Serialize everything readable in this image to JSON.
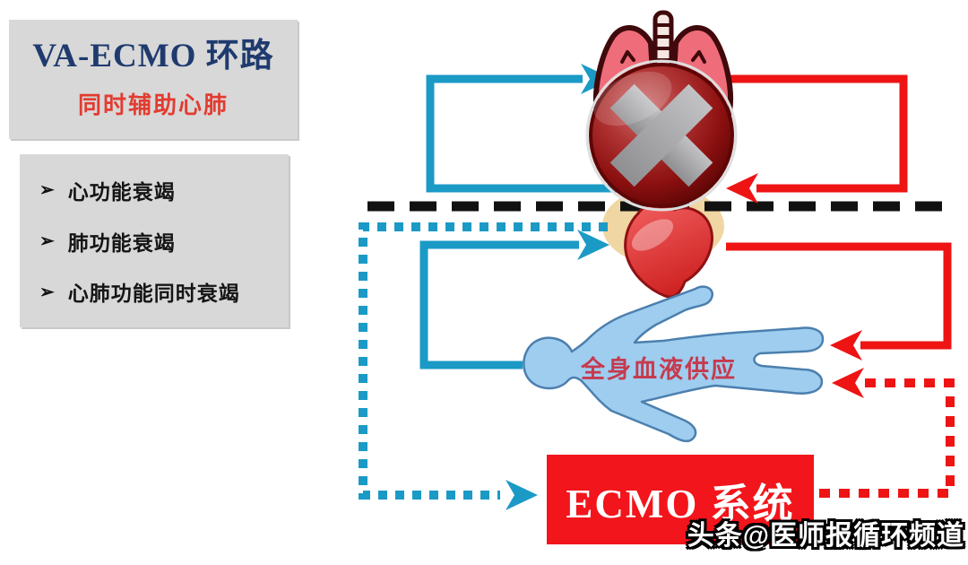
{
  "panel": {
    "title": "VA-ECMO 环路",
    "subtitle": "同时辅助心肺",
    "bullet_glyph": "➢",
    "indications": [
      "心功能衰竭",
      "肺功能衰竭",
      "心肺功能同时衰竭"
    ]
  },
  "diagram": {
    "body_label": "全身血液供应",
    "ecmo_box_label": "ECMO 系统",
    "icons": [
      "lungs-icon",
      "prohibition-x-icon",
      "heart-icon",
      "body-silhouette-icon"
    ]
  },
  "watermark": "头条@医师报循环频道",
  "colors": {
    "venous_blue": "#1b9ac6",
    "arterial_red": "#ee1414",
    "title_navy": "#1f3a6e",
    "accent_red": "#e23c31",
    "panel_gray": "#d8d8d8",
    "ecmo_red": "#f2151b",
    "body_blue": "#9ecdef",
    "dashed_divider_black": "#111111"
  }
}
